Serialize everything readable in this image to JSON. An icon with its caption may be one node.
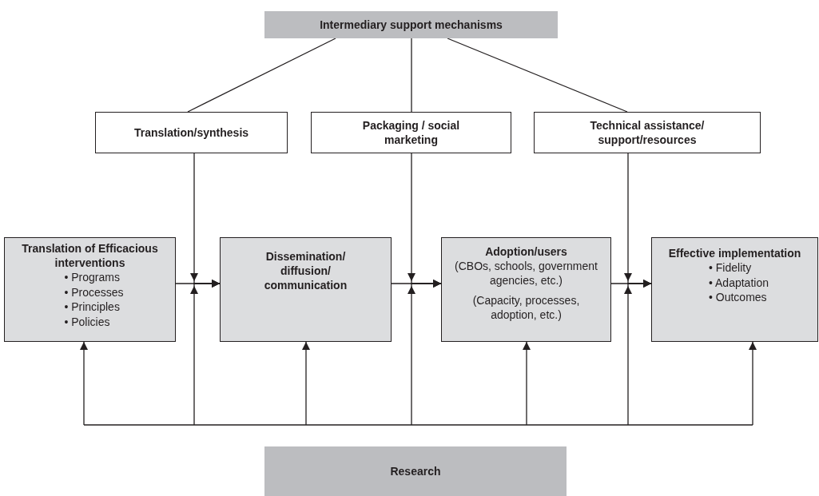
{
  "diagram": {
    "nodes": [
      {
        "text": [
          "Intermediary support mechanisms"
        ]
      },
      {
        "text": [
          "Translation/synthesis"
        ]
      },
      {
        "text": [
          "Packaging / social marketing"
        ]
      },
      {
        "text": [
          "Technical assistance/ support/resources"
        ]
      },
      {
        "text": [
          "Translation of Efficacious interventions",
          "• Programs",
          "• Processes",
          "• Principles",
          "• Policies"
        ]
      },
      {
        "text": [
          "Dissemination/ diffusion/ communication"
        ]
      },
      {
        "text": [
          "Adoption/users",
          "(CBOs, schools, government agencies, etc.)",
          "(Capacity, processes, adoption, etc.)"
        ]
      },
      {
        "text": [
          "Effective implementation",
          "• Fidelity",
          "• Adaptation",
          "• Outcomes"
        ]
      },
      {
        "text": [
          "Research"
        ]
      }
    ],
    "edges": [
      {
        "from": 0,
        "to": 1,
        "arrow": "none"
      },
      {
        "from": 0,
        "to": 2,
        "arrow": "none"
      },
      {
        "from": 0,
        "to": 3,
        "arrow": "none"
      },
      {
        "from": 4,
        "to": 5,
        "arrow": "to"
      },
      {
        "from": 5,
        "to": 6,
        "arrow": "to"
      },
      {
        "from": 6,
        "to": 7,
        "arrow": "to"
      },
      {
        "from": 1,
        "to": 5,
        "arrow": "to"
      },
      {
        "from": 2,
        "to": 6,
        "arrow": "to"
      },
      {
        "from": 3,
        "to": 7,
        "arrow": "to"
      },
      {
        "from": null,
        "to": 4,
        "arrow": "to"
      },
      {
        "from": null,
        "to": 5,
        "arrow": "to"
      },
      {
        "from": null,
        "to": 5,
        "arrow": "to"
      },
      {
        "from": null,
        "to": 6,
        "arrow": "to"
      },
      {
        "from": null,
        "to": 6,
        "arrow": "to"
      },
      {
        "from": null,
        "to": 7,
        "arrow": "to"
      },
      {
        "from": null,
        "to": 7,
        "arrow": "to"
      }
    ]
  }
}
